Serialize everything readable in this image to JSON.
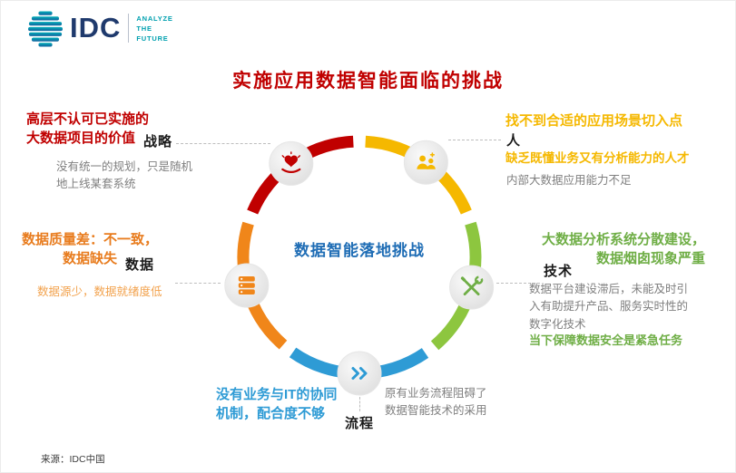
{
  "logo": {
    "name": "IDC",
    "tagline": "ANALYZE\nTHE\nFUTURE"
  },
  "title": "实施应用数据智能面临的挑战",
  "center": {
    "label": "数据智能落地挑战"
  },
  "source": "来源：IDC中国",
  "blocks": {
    "strategy": {
      "label": "战略",
      "headline": "高层不认可已实施的\n大数据项目的价值",
      "note": "没有统一的规划，只是随机\n地上线某套系统"
    },
    "people": {
      "label": "人",
      "headline": "找不到合适的应用场景切入点",
      "sub": "缺乏既懂业务又有分析能力的人才",
      "note": "内部大数据应用能力不足"
    },
    "data": {
      "label": "数据",
      "headline": "数据质量差：不一致，\n数据缺失",
      "sub": "数据源少，数据就绪度低"
    },
    "technology": {
      "label": "技术",
      "headline": "大数据分析系统分散建设，\n数据烟囱现象严重",
      "note": "数据平台建设滞后，未能及时引\n入有助提升产品、服务实时性的\n数字化技术",
      "sub": "当下保障数据安全是紧急任务"
    },
    "process": {
      "label": "流程",
      "headline": "没有业务与IT的协同\n机制，配合度不够",
      "note": "原有业务流程阻碍了\n数据智能技术的采用"
    }
  },
  "icons": {
    "strategy": "hand-heart-icon",
    "people": "people-network-icon",
    "data": "database-icon",
    "technology": "tools-icon",
    "process": "double-chevron-icon",
    "logo": "globe-icon"
  },
  "colors": {
    "red": "#C00000",
    "yellow": "#F5B800",
    "orange": "#F0861A",
    "orange_text": "#E87C1E",
    "orange_light": "#F2A24D",
    "green_arc": "#8DC63F",
    "green": "#6FAE46",
    "blue": "#2E9BD5",
    "center_blue": "#1F6DB5",
    "gray": "#7F7F7F",
    "idc_navy": "#1F3A6D",
    "idc_teal": "#00A0AF"
  }
}
